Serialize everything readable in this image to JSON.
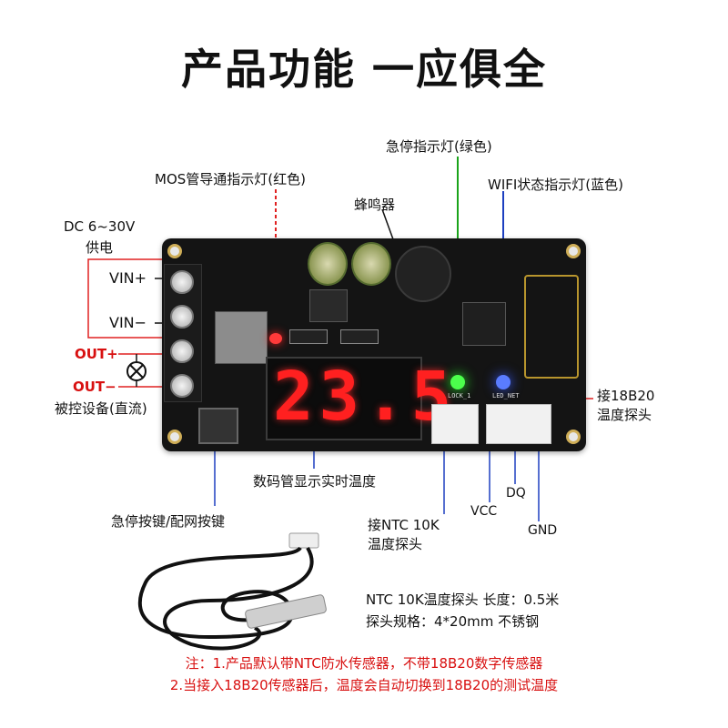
{
  "title": "产品功能 一应俱全",
  "labels": {
    "emergency_led": "急停指示灯(绿色)",
    "mos_led": "MOS管导通指示灯(红色)",
    "wifi_led": "WIFI状态指示灯(蓝色)",
    "buzzer": "蜂鸣器",
    "dc_supply_line1": "DC 6~30V",
    "dc_supply_line2": "供电",
    "vin_plus": "VIN+",
    "vin_minus": "VIN−",
    "out_plus": "OUT+",
    "out_minus": "OUT−",
    "controlled_device": "被控设备(直流)",
    "ds18b20_line1": "接18B20",
    "ds18b20_line2": "温度探头",
    "display": "数码管显示实时温度",
    "button": "急停按键/配网按键",
    "ntc_line1": "接NTC 10K",
    "ntc_line2": "温度探头",
    "vcc": "VCC",
    "dq": "DQ",
    "gnd": "GND",
    "probe_line1": "NTC 10K温度探头  长度：0.5米",
    "probe_line2": "探头规格：4*20mm   不锈钢",
    "digits": "23.5",
    "led_green_tag": "LOCK_1",
    "led_blue_tag": "LED_NET"
  },
  "notes": {
    "line1": "注：1.产品默认带NTC防水传感器，不带18B20数字传感器",
    "line2": "2.当接入18B20传感器后，温度会自动切换到18B20的测试温度"
  },
  "colors": {
    "note_red": "#d81010",
    "pointer_red": "#e02020",
    "pointer_green": "#1aa31a",
    "pointer_blue": "#1d3fc0",
    "digit_red": "#ff2020"
  }
}
